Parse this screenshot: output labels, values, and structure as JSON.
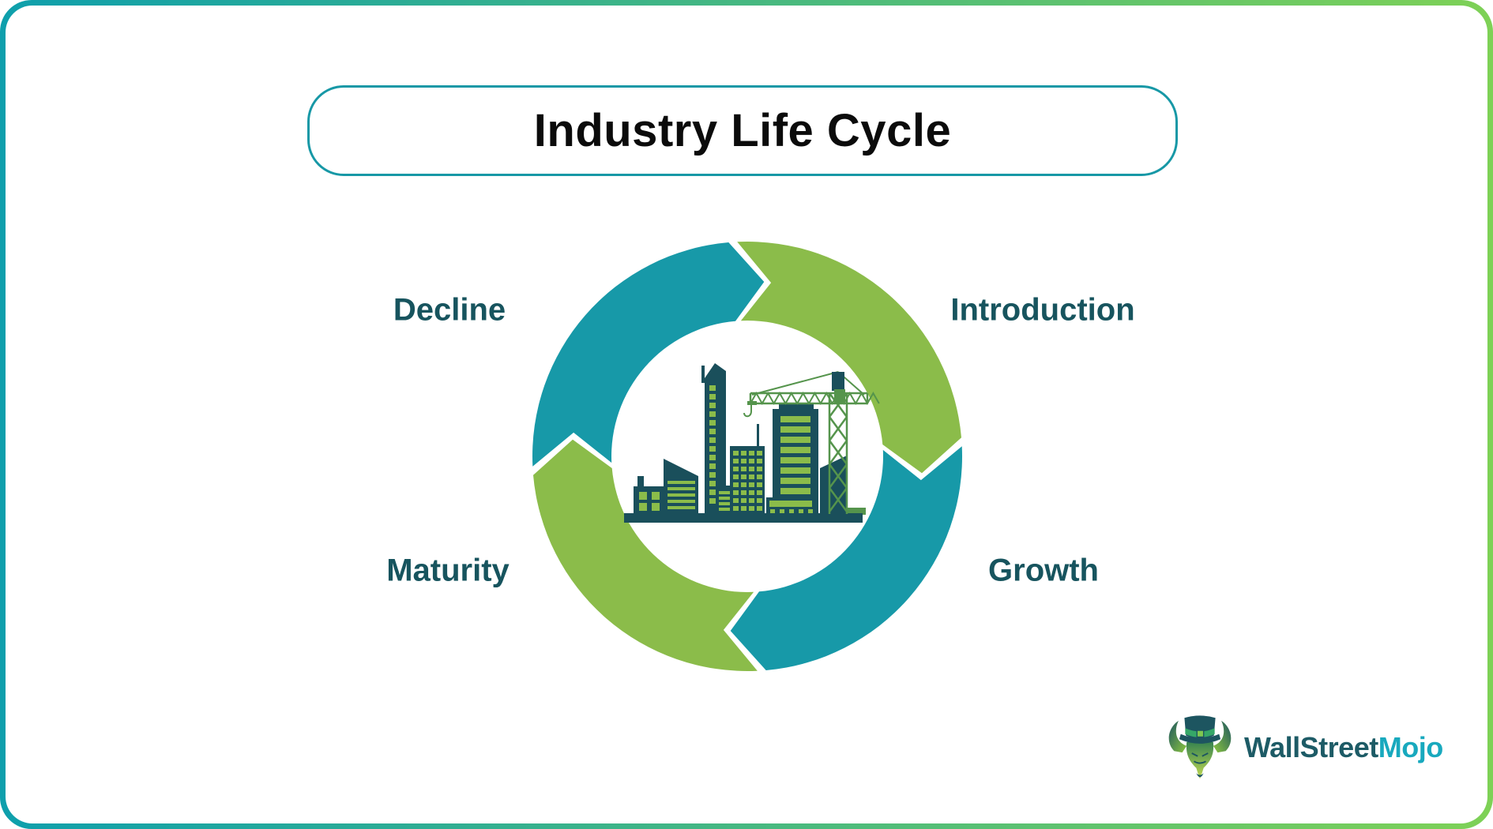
{
  "title": "Industry Life Cycle",
  "stages": [
    {
      "label": "Introduction",
      "position": "top-right",
      "segment_color": "#8BBC4A"
    },
    {
      "label": "Growth",
      "position": "bottom-right",
      "segment_color": "#1799A8"
    },
    {
      "label": "Maturity",
      "position": "bottom-left",
      "segment_color": "#8BBC4A"
    },
    {
      "label": "Decline",
      "position": "top-left",
      "segment_color": "#1799A8"
    }
  ],
  "center_illustration": "city-skyline-under-construction",
  "colors": {
    "ring_teal": "#1799A8",
    "ring_green": "#8BBC4A",
    "label_ink": "#17545E",
    "title_ink": "#0B0B0B",
    "title_border": "#1798A6",
    "frame_gradient_start": "#0E9FAC",
    "frame_gradient_end": "#7ED156",
    "building_dark": "#1A4F5B",
    "window_green": "#8BBC4A",
    "crane_green": "#55944C",
    "logo_primary_color": "#1D5B66",
    "logo_accent_color": "#18A9BE"
  },
  "logo": {
    "brand_primary": "WallStreet",
    "brand_accent": "Mojo",
    "icon": "bull-with-top-hat"
  }
}
